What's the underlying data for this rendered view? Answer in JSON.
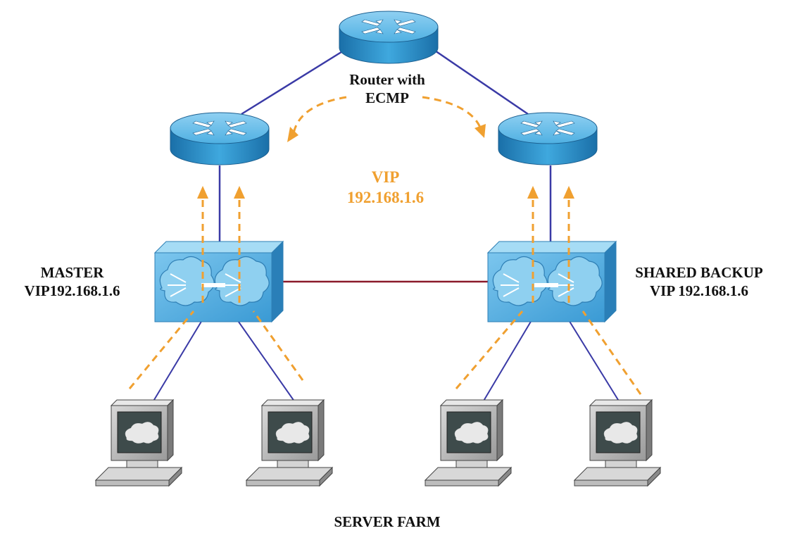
{
  "labels": {
    "router_top_line1": "Router with",
    "router_top_line2": "ECMP",
    "vip_line1": "VIP",
    "vip_line2": "192.168.1.6",
    "master_line1": "MASTER",
    "master_line2": "VIP192.168.1.6",
    "backup_line1": "SHARED BACKUP",
    "backup_line2": "VIP 192.168.1.6",
    "server_farm": "SERVER FARM"
  },
  "colors": {
    "link": "#3a3aa6",
    "interconnect": "#8b1a2a",
    "flow": "#f0a030",
    "vip_text": "#f0a030",
    "device_blue": "#2f9ed8"
  },
  "icons": {
    "routers": [
      "router-icon",
      "router-icon",
      "router-icon"
    ],
    "switches": [
      "layer3-switch-icon",
      "layer3-switch-icon"
    ],
    "servers": [
      "server-workstation-icon",
      "server-workstation-icon",
      "server-workstation-icon",
      "server-workstation-icon"
    ]
  }
}
